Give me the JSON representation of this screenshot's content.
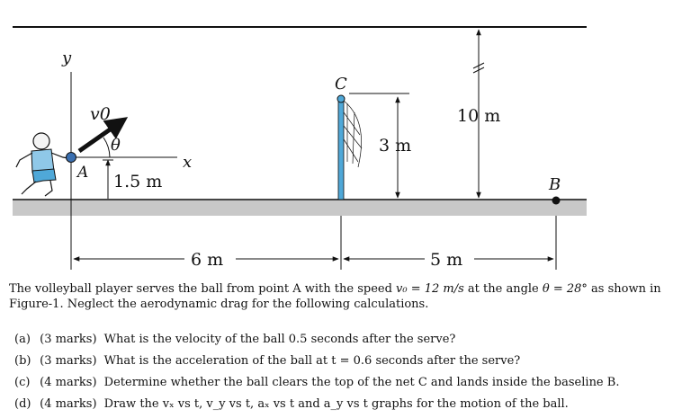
{
  "figure": {
    "axis_y_label": "y",
    "axis_x_label": "x",
    "velocity_label": "v0",
    "angle_label": "θ",
    "point_a_label": "A",
    "point_b_label": "B",
    "point_c_label": "C",
    "launch_height_label": "1.5 m",
    "net_height_label": "3 m",
    "ceiling_height_label": "10 m",
    "distance_to_net_label": "6 m",
    "distance_net_to_b_label": "5 m",
    "colors": {
      "ground": "#c8c8c8",
      "net_post": "#4fa8d8",
      "player_shirt": "#8fc8e8",
      "ball": "#3a6fb0",
      "ink": "#111111"
    }
  },
  "problem": {
    "intro_part1": "The volleyball player serves the ball from point A with the speed ",
    "speed_expr": "v₀ = 12 m/s",
    "intro_part2": " at the angle ",
    "angle_expr": "θ = 28°",
    "intro_part3": " as shown in Figure-1. Neglect the aerodynamic drag for the following calculations.",
    "questions": [
      {
        "label": "(a)",
        "marks": "(3 marks)",
        "text": "What is the velocity of the ball 0.5 seconds after the serve?"
      },
      {
        "label": "(b)",
        "marks": "(3 marks)",
        "text": "What is the acceleration of the ball at t = 0.6 seconds after the serve?"
      },
      {
        "label": "(c)",
        "marks": "(4 marks)",
        "text": "Determine whether the ball clears the top of the net C and lands inside the baseline B."
      },
      {
        "label": "(d)",
        "marks": "(4 marks)",
        "text": "Draw the vₓ vs t, v_y vs t, aₓ vs t and a_y vs t graphs for the motion of the ball."
      }
    ]
  }
}
